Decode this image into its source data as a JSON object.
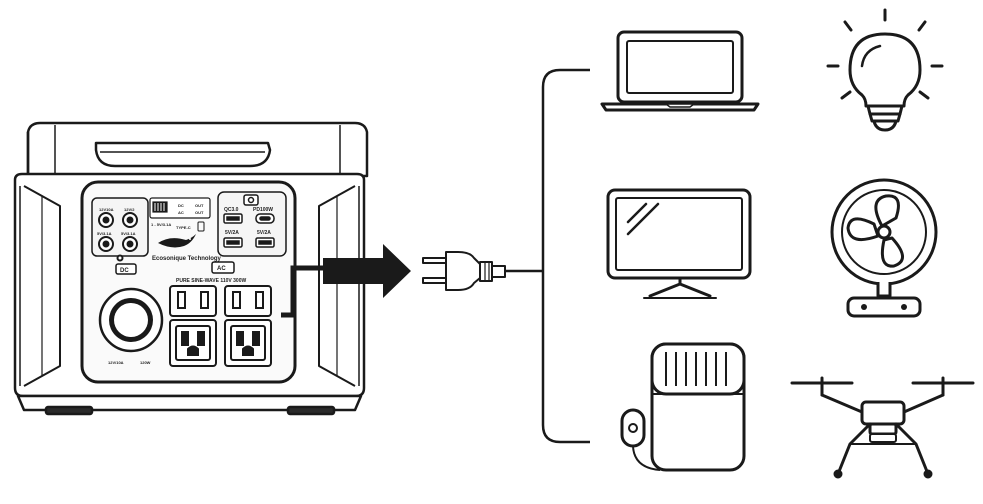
{
  "power_station": {
    "brand": "Ecosonique Technology",
    "dc_section": {
      "badge": "DC",
      "port_labels": [
        "12V10A",
        "12V/2",
        "5V/3.1A",
        "5V/3.1A"
      ],
      "cig_label_a": "12V/10A",
      "cig_label_b": "120W"
    },
    "ac_section": {
      "badge": "AC",
      "subtitle": "PURE SINE-WAVE 110V 300W"
    },
    "usb_section": {
      "labels": [
        "QC3.0",
        "PD100W",
        "5V/2A",
        "5V/2A"
      ]
    },
    "display_labels": [
      "DC",
      "OUT",
      "AC",
      "OUT",
      "TYPE-C"
    ],
    "display_marker": "1 - 5V/3.1A"
  },
  "devices": [
    {
      "name": "laptop"
    },
    {
      "name": "light bulb"
    },
    {
      "name": "television"
    },
    {
      "name": "fan"
    },
    {
      "name": "electric blanket"
    },
    {
      "name": "drone"
    }
  ],
  "colors": {
    "line": "#1a1a1a",
    "fill": "#ffffff",
    "dark": "#2a2a2a",
    "panel_bg": "#f4f4f4"
  }
}
